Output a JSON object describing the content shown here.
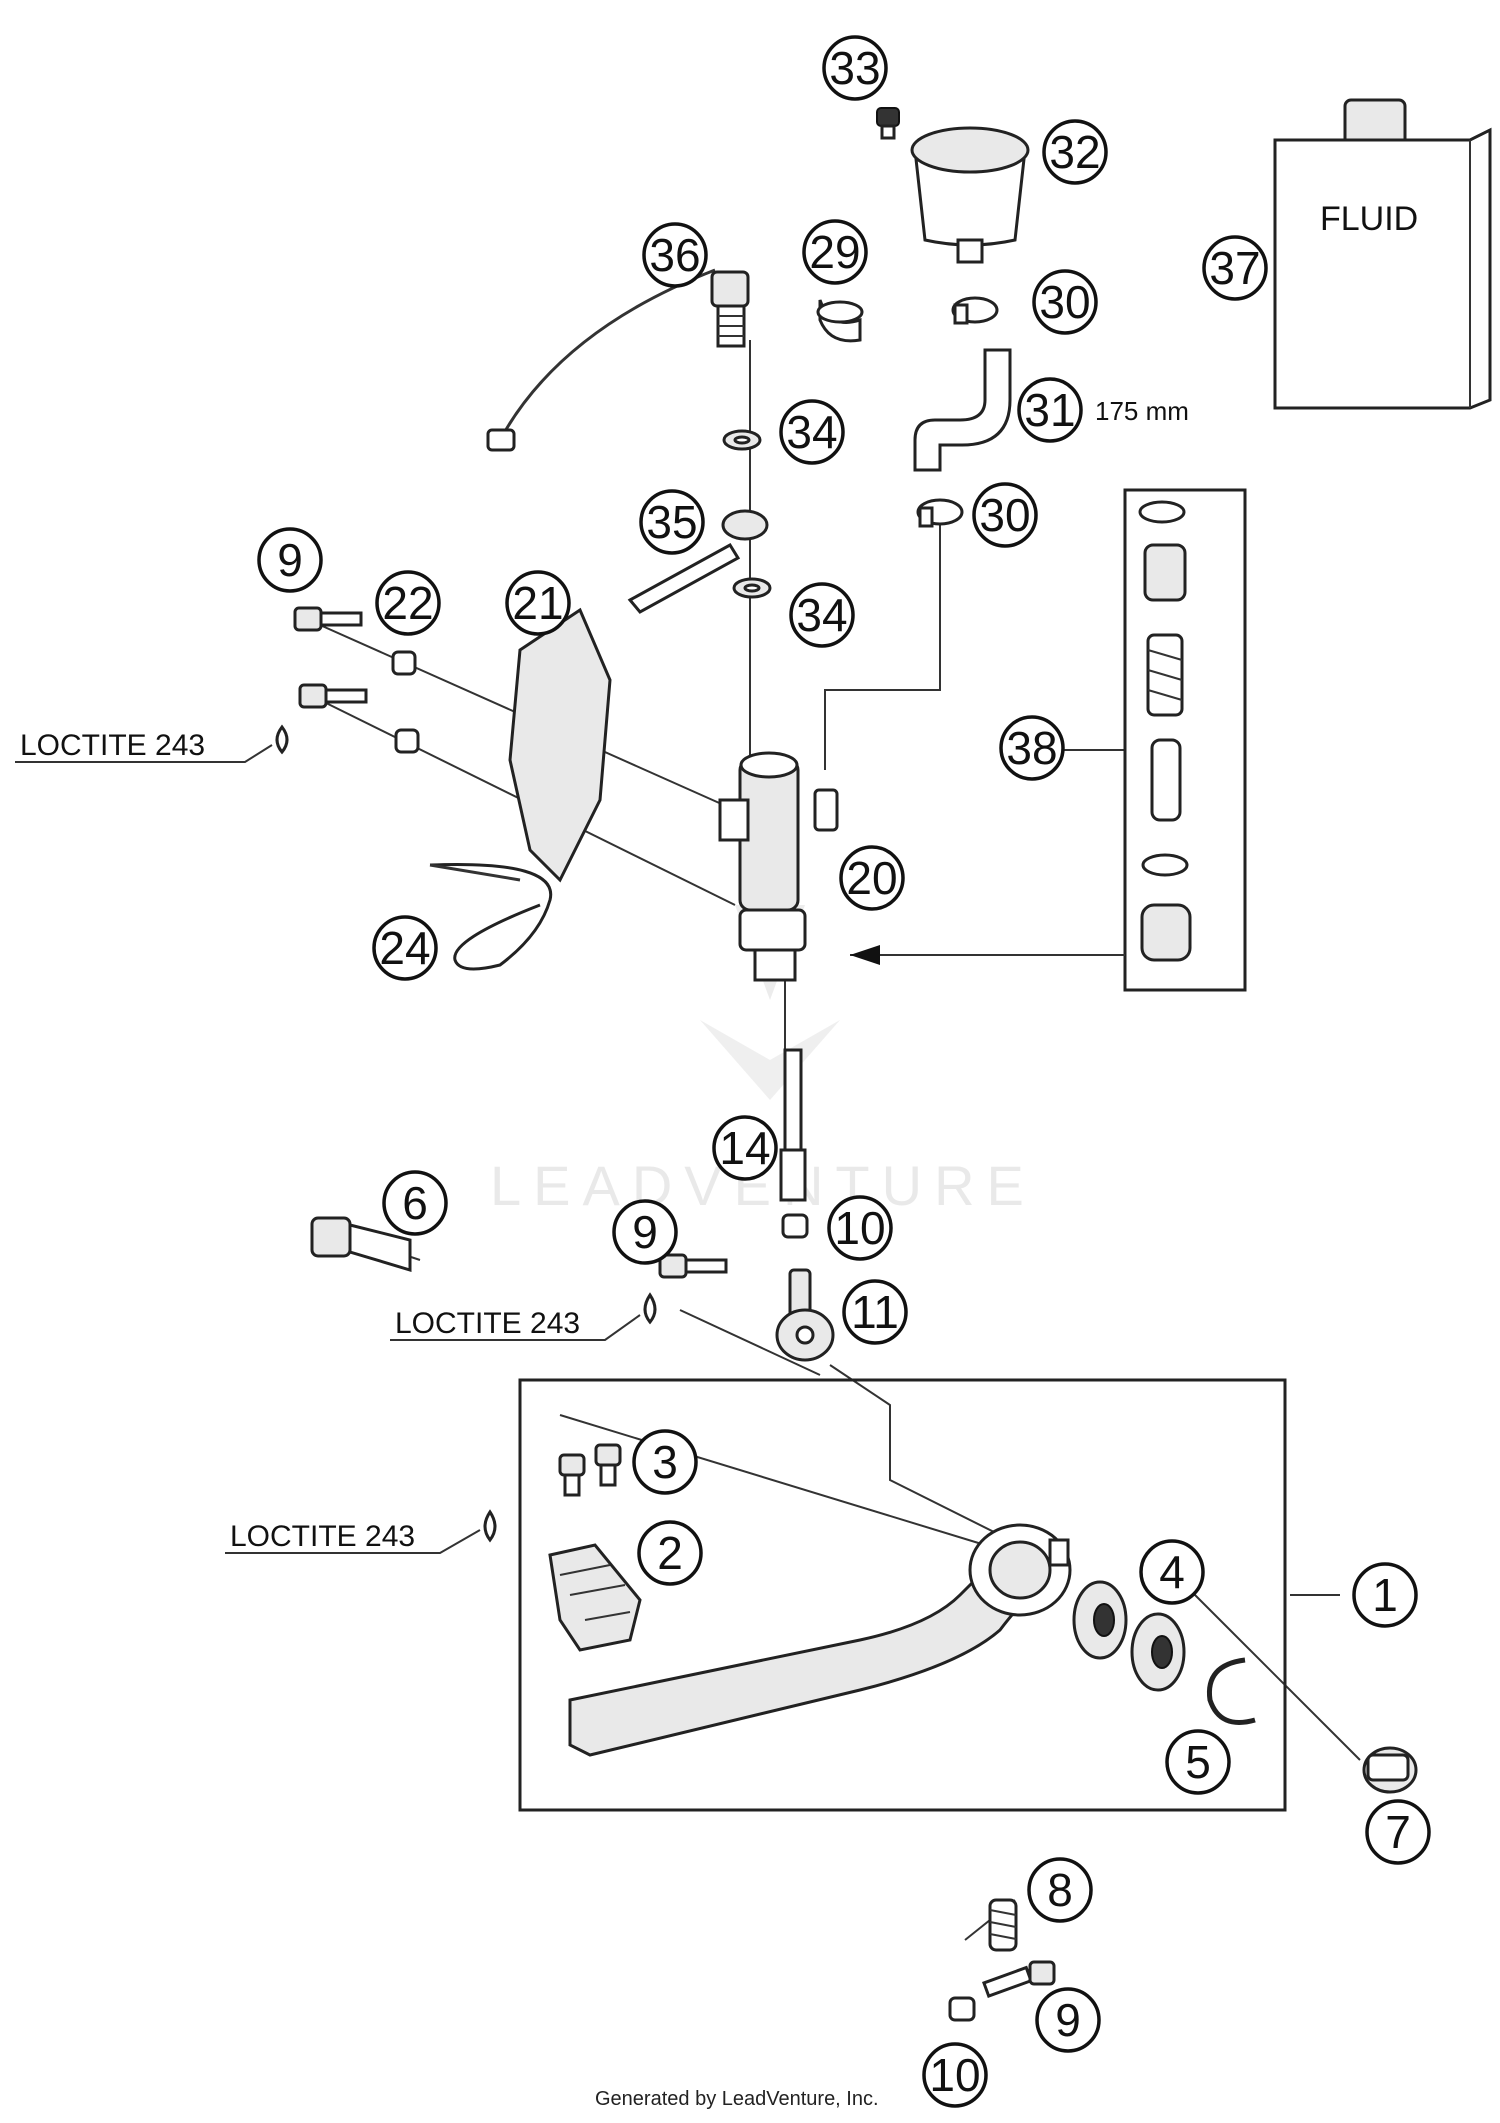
{
  "diagram": {
    "fluid_label": "FLUID",
    "hose_length": "175 mm",
    "loctite_label": "LOCTITE 243",
    "watermark_text": "LEADVENTURE",
    "footer_text": "Generated by LeadVenture, Inc.",
    "callouts": [
      "33",
      "32",
      "37",
      "36",
      "29",
      "30",
      "31",
      "34",
      "35",
      "30",
      "9",
      "22",
      "21",
      "34",
      "38",
      "20",
      "24",
      "14",
      "6",
      "9",
      "10",
      "11",
      "3",
      "2",
      "4",
      "1",
      "5",
      "7",
      "8",
      "9",
      "10"
    ]
  }
}
